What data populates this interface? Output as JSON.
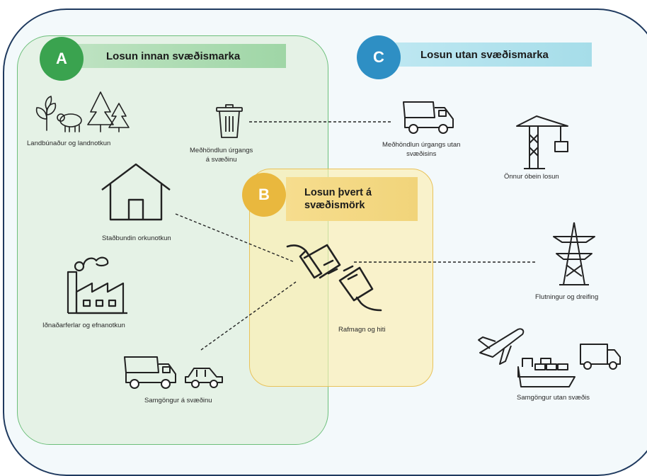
{
  "regions": {
    "a": {
      "letter": "A",
      "title": "Losun innan svæðismarka",
      "color": "#3aa34f"
    },
    "b": {
      "letter": "B",
      "title_line1": "Losun þvert á",
      "title_line2": "svæðismörk",
      "color": "#e9b83e"
    },
    "c": {
      "letter": "C",
      "title": "Losun utan svæðismarka",
      "color": "#2e8fc4"
    }
  },
  "items": {
    "agriculture": {
      "label": "Landbúnaður og landnotkun",
      "icon": "plant-sheep-trees-icon"
    },
    "waste_inside_l1": "Meðhöndlun úrgangs",
    "waste_inside_l2": "á svæðinu",
    "waste_inside_icon": "trash-bin-icon",
    "stationary_energy": {
      "label": "Staðbundin orkunotkun",
      "icon": "house-icon"
    },
    "industry": {
      "label": "Iðnaðarferlar og efnanotkun",
      "icon": "factory-icon"
    },
    "transport_inside": {
      "label": "Samgöngur á svæðinu",
      "icon": "truck-car-icon"
    },
    "electricity": {
      "label": "Rafmagn og hiti",
      "icon": "plug-icon"
    },
    "waste_outside_l1": "Meðhöndlun úrgangs utan",
    "waste_outside_l2": "svæðisins",
    "waste_outside_icon": "dump-truck-icon",
    "other_indirect": {
      "label": "Önnur óbein losun",
      "icon": "crane-icon"
    },
    "transmission": {
      "label": "Flutningur og dreifing",
      "icon": "pylon-icon"
    },
    "transport_outside": {
      "label": "Samgöngur utan svæðis",
      "icon": "plane-ship-truck-icon"
    }
  }
}
